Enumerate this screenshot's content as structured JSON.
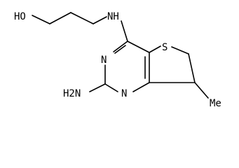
{
  "diagram": {
    "kind": "chemical-structure",
    "line_color": "#000000",
    "background": "#ffffff",
    "atoms": {
      "ho": "HO",
      "nh_amine": "NH",
      "n_ring_top": "N",
      "n_ring_bottom": "N",
      "s_ring": "S",
      "h2n": "H2N",
      "methyl": "Me"
    }
  }
}
